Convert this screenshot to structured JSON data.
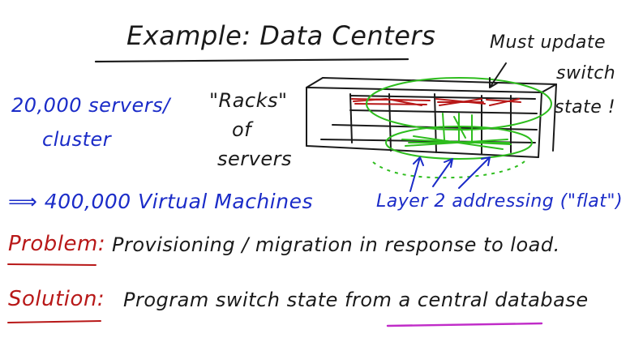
{
  "title": "Example: Data Centers",
  "left_notes": {
    "servers_line1": "20,000 servers/",
    "servers_line2": "cluster",
    "vm_line": "⟹ 400,000 Virtual Machines"
  },
  "racks_label": {
    "line1": "\"Racks\"",
    "line2": "of",
    "line3": "servers"
  },
  "annotations": {
    "must_update_line1": "Must update",
    "must_update_line2": "switch",
    "must_update_line3": "state !",
    "layer2": "Layer 2 addressing (\"flat\")"
  },
  "problem": {
    "label": "Problem:",
    "text": "Provisioning / migration in response to load."
  },
  "solution": {
    "label": "Solution:",
    "text": "Program switch state from a central database"
  },
  "colors": {
    "black_ink": "#1a1a1a",
    "blue_ink": "#1b2cc8",
    "red_ink": "#b81818",
    "green_ink": "#2ebd1e",
    "magenta_ink": "#c02cc8"
  }
}
